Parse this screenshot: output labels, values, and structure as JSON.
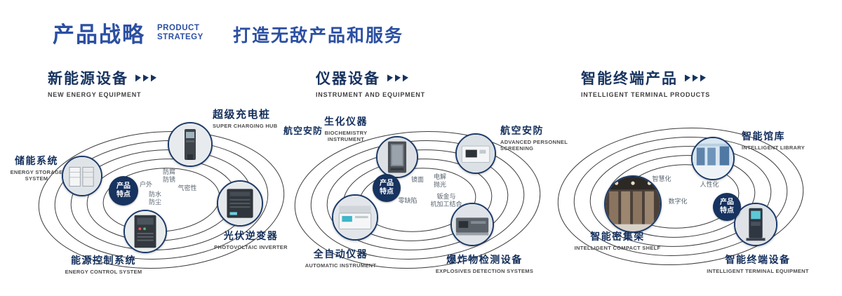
{
  "header": {
    "title": "产品战略",
    "en_line1": "PRODUCT",
    "en_line2": "STRATEGY",
    "slogan": "打造无敌产品和服务"
  },
  "colors": {
    "primary_blue": "#2b4fa2",
    "navy": "#17335f",
    "orbit_line": "#3b3b3b"
  },
  "sections": [
    {
      "title": "新能源设备",
      "subtitle": "NEW ENERGY EQUIPMENT",
      "badge": "产品\n特点",
      "features": [
        {
          "label": "户外"
        },
        {
          "label": "防腐\n防锈"
        },
        {
          "label": "防水\n防尘"
        },
        {
          "label": "气密性"
        }
      ],
      "products": [
        {
          "name": "储能系统",
          "en": "ENERGY STORAGE SYSTEM"
        },
        {
          "name": "超级充电桩",
          "en": "SUPER CHARGING HUB"
        },
        {
          "name": "光伏逆变器",
          "en": "PHOTOVOLTAIC INVERTER"
        },
        {
          "name": "能源控制系统",
          "en": "ENERGY CONTROL SYSTEM"
        }
      ]
    },
    {
      "title": "仪器设备",
      "subtitle": "INSTRUMENT AND EQUIPMENT",
      "aviation_label": "航空安防",
      "badge": "产品\n特点",
      "features": [
        {
          "label": "镜面"
        },
        {
          "label": "电解\n抛光"
        },
        {
          "label": "零缺陷"
        },
        {
          "label": "钣金与\n机加工结合"
        }
      ],
      "products": [
        {
          "name": "生化仪器",
          "en": "BIOCHEMISTRY INSTRUMENT"
        },
        {
          "name": "航空安防",
          "en": "ADVANCED PERSONNEL SCREENING"
        },
        {
          "name": "全自动仪器",
          "en": "AUTOMATIC INSTRUMENT"
        },
        {
          "name": "爆炸物检测设备",
          "en": "EXPLOSIVES DETECTION SYSTEMS"
        }
      ]
    },
    {
      "title": "智能终端产品",
      "subtitle": "INTELLIGENT TERMINAL PRODUCTS",
      "badge": "产品\n特点",
      "features": [
        {
          "label": "智慧化"
        },
        {
          "label": "人性化"
        },
        {
          "label": "数字化"
        }
      ],
      "products": [
        {
          "name": "智能馆库",
          "en": "INTELLIGENT LIBRARY"
        },
        {
          "name": "智能密集架",
          "en": "INTELLIGENT COMPACT SHELF"
        },
        {
          "name": "智能终端设备",
          "en": "INTELLIGENT TERMINAL EQUIPMENT"
        }
      ]
    }
  ]
}
